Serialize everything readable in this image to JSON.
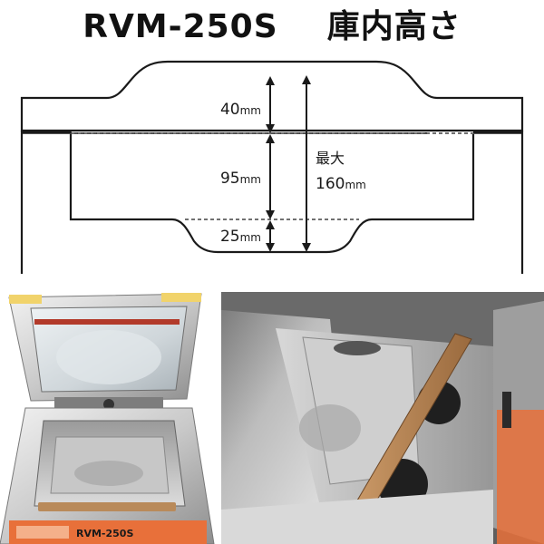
{
  "title": "RVM-250S    庫内高さ",
  "diagram": {
    "label_top_value": "40",
    "label_top_unit": "mm",
    "label_mid_value": "95",
    "label_mid_unit": "mm",
    "label_bottom_value": "25",
    "label_bottom_unit": "mm",
    "label_max": "最大",
    "label_total_value": "160",
    "label_total_unit": "mm"
  },
  "photo_left": {
    "brand_label": "RVM-250S"
  },
  "colors": {
    "outline": "#1a1a1a",
    "steel_light": "#d9d9d9",
    "steel_dark": "#8c8c8c",
    "wood_bar": "#b98a5a",
    "orange_panel": "#e8703a",
    "lid_seal": "#b23a2a"
  }
}
